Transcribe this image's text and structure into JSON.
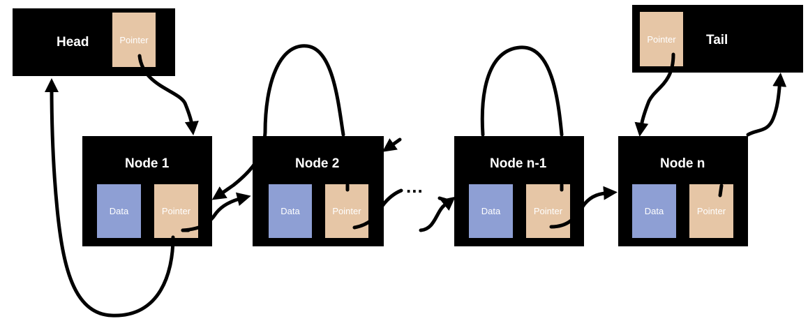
{
  "head": {
    "title": "Head",
    "pointer": "Pointer"
  },
  "tail": {
    "title": "Tail",
    "pointer": "Pointer"
  },
  "nodes": [
    {
      "title": "Node 1",
      "data": "Data",
      "pointer": "Pointer"
    },
    {
      "title": "Node 2",
      "data": "Data",
      "pointer": "Pointer"
    },
    {
      "title": "Node n-1",
      "data": "Data",
      "pointer": "Pointer"
    },
    {
      "title": "Node n",
      "data": "Data",
      "pointer": "Pointer"
    }
  ],
  "ellipsis": "...",
  "colors": {
    "node": "#000000",
    "data": "#8e9fd4",
    "pointer": "#e6c6a6",
    "text": "#ffffff"
  }
}
